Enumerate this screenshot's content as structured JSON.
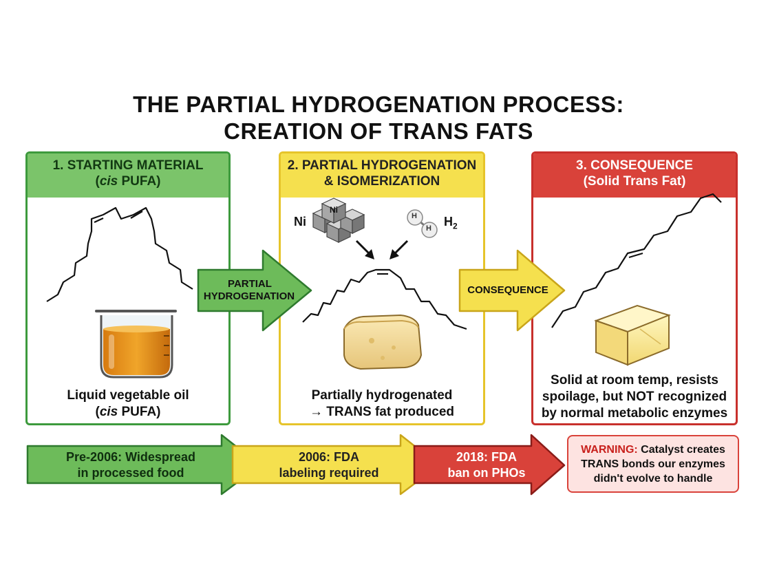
{
  "title": {
    "line1": "THE PARTIAL HYDROGENATION PROCESS:",
    "line2": "CREATION OF TRANS FATS"
  },
  "panels": [
    {
      "header1": "1. STARTING MATERIAL",
      "header2_italic": "cis",
      "header2_rest": " PUFA)",
      "header2_open": "(",
      "caption1": "Liquid vegetable oil",
      "caption2_open": "(",
      "caption2_italic": "cis",
      "caption2_rest": " PUFA)"
    },
    {
      "header1": "2. PARTIAL HYDROGENATION",
      "header2": "& ISOMERIZATION",
      "catalyst_label": "Ni",
      "cube_label": "Ni",
      "hydrogen_label": "H",
      "hydrogen_sub": "2",
      "atom_label": "H",
      "caption1": "Partially hydrogenated",
      "caption2": "→ TRANS fat produced"
    },
    {
      "header1": "3. CONSEQUENCE",
      "header2": "(Solid Trans Fat)",
      "caption1": "Solid at room temp, resists",
      "caption2": "spoilage, but NOT recognized",
      "caption3": "by normal metabolic enzymes"
    }
  ],
  "arrows": {
    "first_line1": "PARTIAL",
    "first_line2": "HYDROGENATION",
    "second": "CONSEQUENCE"
  },
  "timeline": [
    {
      "line1": "Pre-2006: Widespread",
      "line2": "in processed food",
      "color": "#6dbb5a"
    },
    {
      "line1": "2006: FDA",
      "line2": "labeling required",
      "color": "#f5e04e"
    },
    {
      "line1": "2018: FDA",
      "line2": "ban on PHOs",
      "color": "#d9423a"
    }
  ],
  "warning": {
    "label": "WARNING:",
    "line1_rest": " Catalyst creates",
    "line2": "TRANS bonds our enzymes",
    "line3": "didn't evolve to handle"
  },
  "colors": {
    "green": "#7bc46a",
    "yellow": "#f5e04e",
    "red": "#d9423a"
  }
}
